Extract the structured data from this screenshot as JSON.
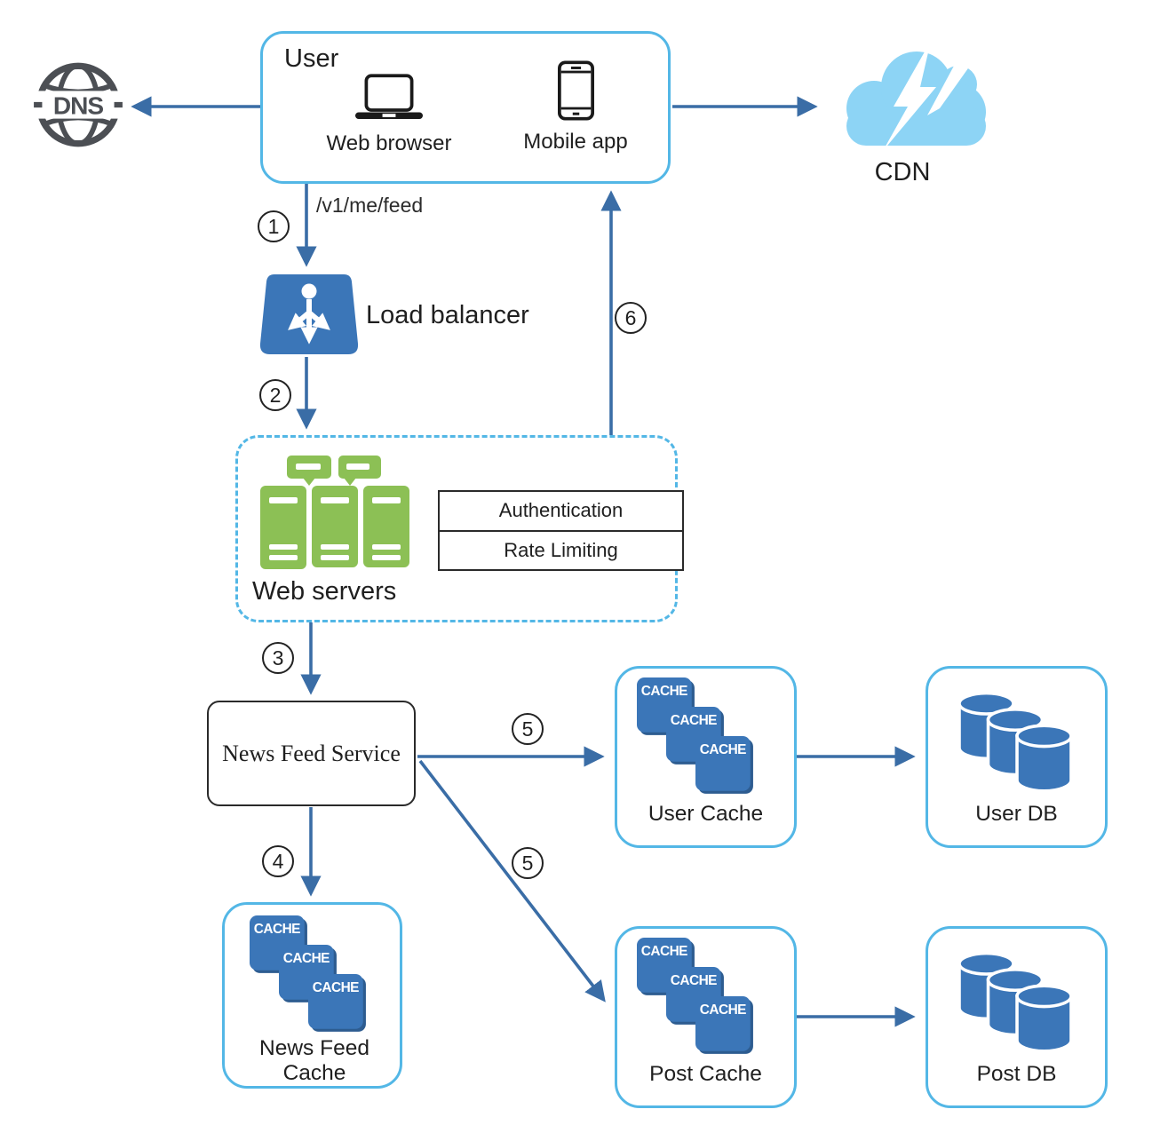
{
  "nodes": {
    "dns": {
      "label": "DNS"
    },
    "user": {
      "title": "User",
      "clients": [
        {
          "label": "Web browser"
        },
        {
          "label": "Mobile app"
        }
      ]
    },
    "cdn": {
      "label": "CDN"
    },
    "load_balancer": {
      "label": "Load balancer"
    },
    "web_servers": {
      "label": "Web servers",
      "features": [
        {
          "label": "Authentication"
        },
        {
          "label": "Rate Limiting"
        }
      ]
    },
    "news_feed_service": {
      "label": "News Feed Service"
    },
    "news_feed_cache": {
      "label": "News Feed Cache"
    },
    "user_cache": {
      "label": "User Cache"
    },
    "user_db": {
      "label": "User DB"
    },
    "post_cache": {
      "label": "Post Cache"
    },
    "post_db": {
      "label": "Post DB"
    },
    "cache_badge": {
      "label": "CACHE"
    }
  },
  "edges": {
    "api_path": "/v1/me/feed",
    "steps": {
      "s1": "1",
      "s2": "2",
      "s3": "3",
      "s4": "4",
      "s5_user": "5",
      "s5_post": "5",
      "s6": "6"
    }
  },
  "colors": {
    "arrow": "#3a6da6",
    "node_border": "#53b7e6",
    "blue_fill": "#3b76b8",
    "green_fill": "#8cc055",
    "cloud_fill": "#8dd4f5",
    "globe": "#4c4f54"
  }
}
